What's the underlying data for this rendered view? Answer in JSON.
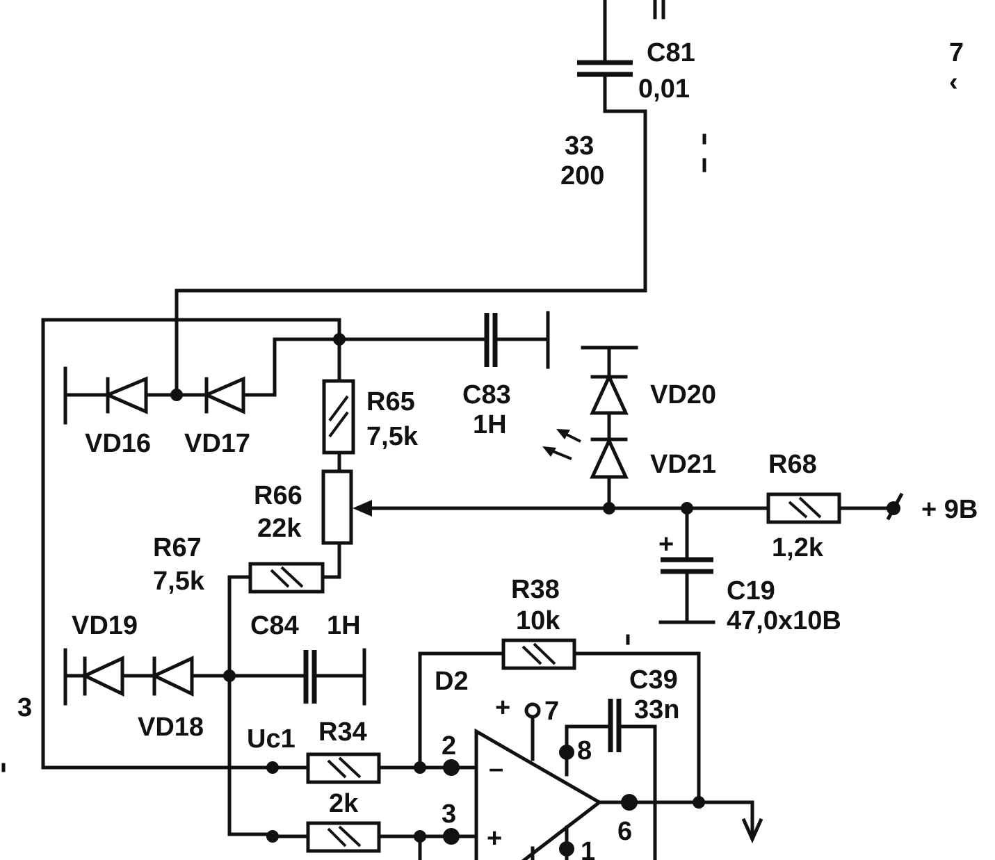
{
  "labels": {
    "c81_name": "C81",
    "c81_value": "0,01",
    "r33_name": "33",
    "r33_value": "200",
    "edge_7": "7",
    "edge_k": "‹",
    "edge_b": "3",
    "r65_name": "R65",
    "r65_value": "7,5k",
    "c83_name": "C83",
    "c83_value": "1H",
    "vd20": "VD20",
    "vd21": "VD21",
    "vd16": "VD16",
    "vd17": "VD17",
    "r66_name": "R66",
    "r66_value": "22k",
    "r68_name": "R68",
    "r68_value": "1,2k",
    "supply": "+ 9B",
    "r67_name": "R67",
    "r67_value": "7,5k",
    "c19_plus": "+",
    "c19_name": "C19",
    "c19_value": "47,0x10B",
    "r38_name": "R38",
    "r38_value": "10k",
    "vd19": "VD19",
    "vd18": "VD18",
    "c84_name": "C84",
    "c84_value": "1H",
    "d2_name": "D2",
    "c39_name": "C39",
    "c39_value": "33n",
    "pin7_label": "+",
    "pin7": "7",
    "pin8": "8",
    "pin2": "2",
    "pin3": "3",
    "pin6": "6",
    "pin1": "1",
    "opamp_minus": "–",
    "opamp_plus": "+",
    "uc1": "Uc1",
    "r34_name": "R34",
    "r34_value": "2k"
  }
}
